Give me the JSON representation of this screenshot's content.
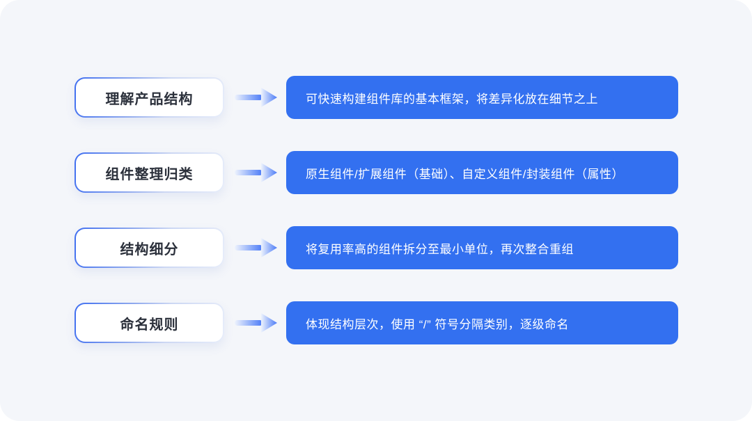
{
  "colors": {
    "panel_background": "#f4f6fa",
    "accent_blue": "#3370f0",
    "label_text": "#2b303b",
    "description_text": "#ffffff",
    "arrow_gradient_start": "#eef3fd",
    "arrow_gradient_end": "#4b7bf7"
  },
  "rows": [
    {
      "label": "理解产品结构",
      "description": "可快速构建组件库的基本框架，将差异化放在细节之上"
    },
    {
      "label": "组件整理归类",
      "description": "原生组件/扩展组件（基础）、自定义组件/封装组件（属性）"
    },
    {
      "label": "结构细分",
      "description": "将复用率高的组件拆分至最小单位，再次整合重组"
    },
    {
      "label": "命名规则",
      "description": "体现结构层次，使用 “/” 符号分隔类别，逐级命名"
    }
  ]
}
